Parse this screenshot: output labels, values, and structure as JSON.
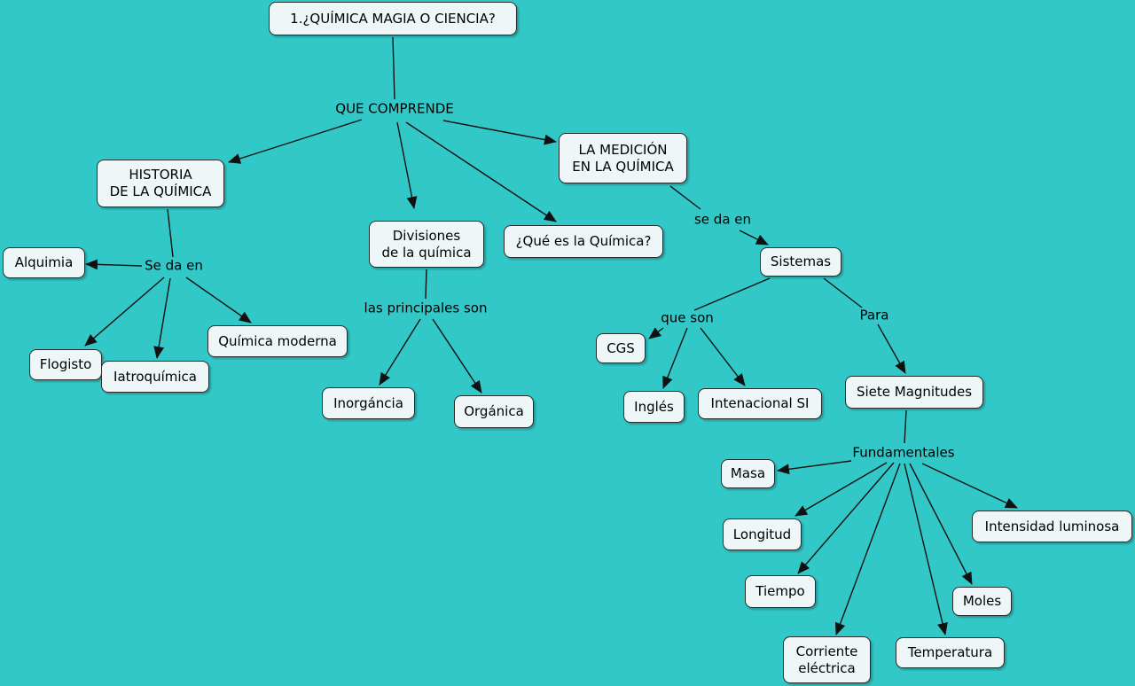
{
  "colors": {
    "background": "#33c8c8",
    "node_fill": "#eef6f8",
    "node_border": "#2a2a2a",
    "line": "#111111"
  },
  "nodes": {
    "root": "1.¿QUÍMICA MAGIA O CIENCIA?",
    "historia": "HISTORIA\nDE LA QUÍMICA",
    "divisiones": "Divisiones\nde la química",
    "que_es": "¿Qué es la Química?",
    "medicion": "LA MEDICIÓN\nEN LA QUÍMICA",
    "alquimia": "Alquimia",
    "flogisto": "Flogisto",
    "iatroquimica": "Iatroquímica",
    "quimica_moderna": "Química moderna",
    "inorganica": "Inorgáncia",
    "organica": "Orgánica",
    "sistemas": "Sistemas",
    "cgs": "CGS",
    "ingles": "Inglés",
    "si": "Intenacional SI",
    "siete": "Siete Magnitudes",
    "masa": "Masa",
    "longitud": "Longitud",
    "tiempo": "Tiempo",
    "corriente": "Corriente\neléctrica",
    "temperatura": "Temperatura",
    "moles": "Moles",
    "intensidad": "Intensidad luminosa"
  },
  "links": {
    "que_comprende": "QUE COMPRENDE",
    "se_da_en_1": "Se da en",
    "principales": "las principales son",
    "se_da_en_2": "se da en",
    "que_son": "que son",
    "para": "Para",
    "fundamentales": "Fundamentales"
  }
}
